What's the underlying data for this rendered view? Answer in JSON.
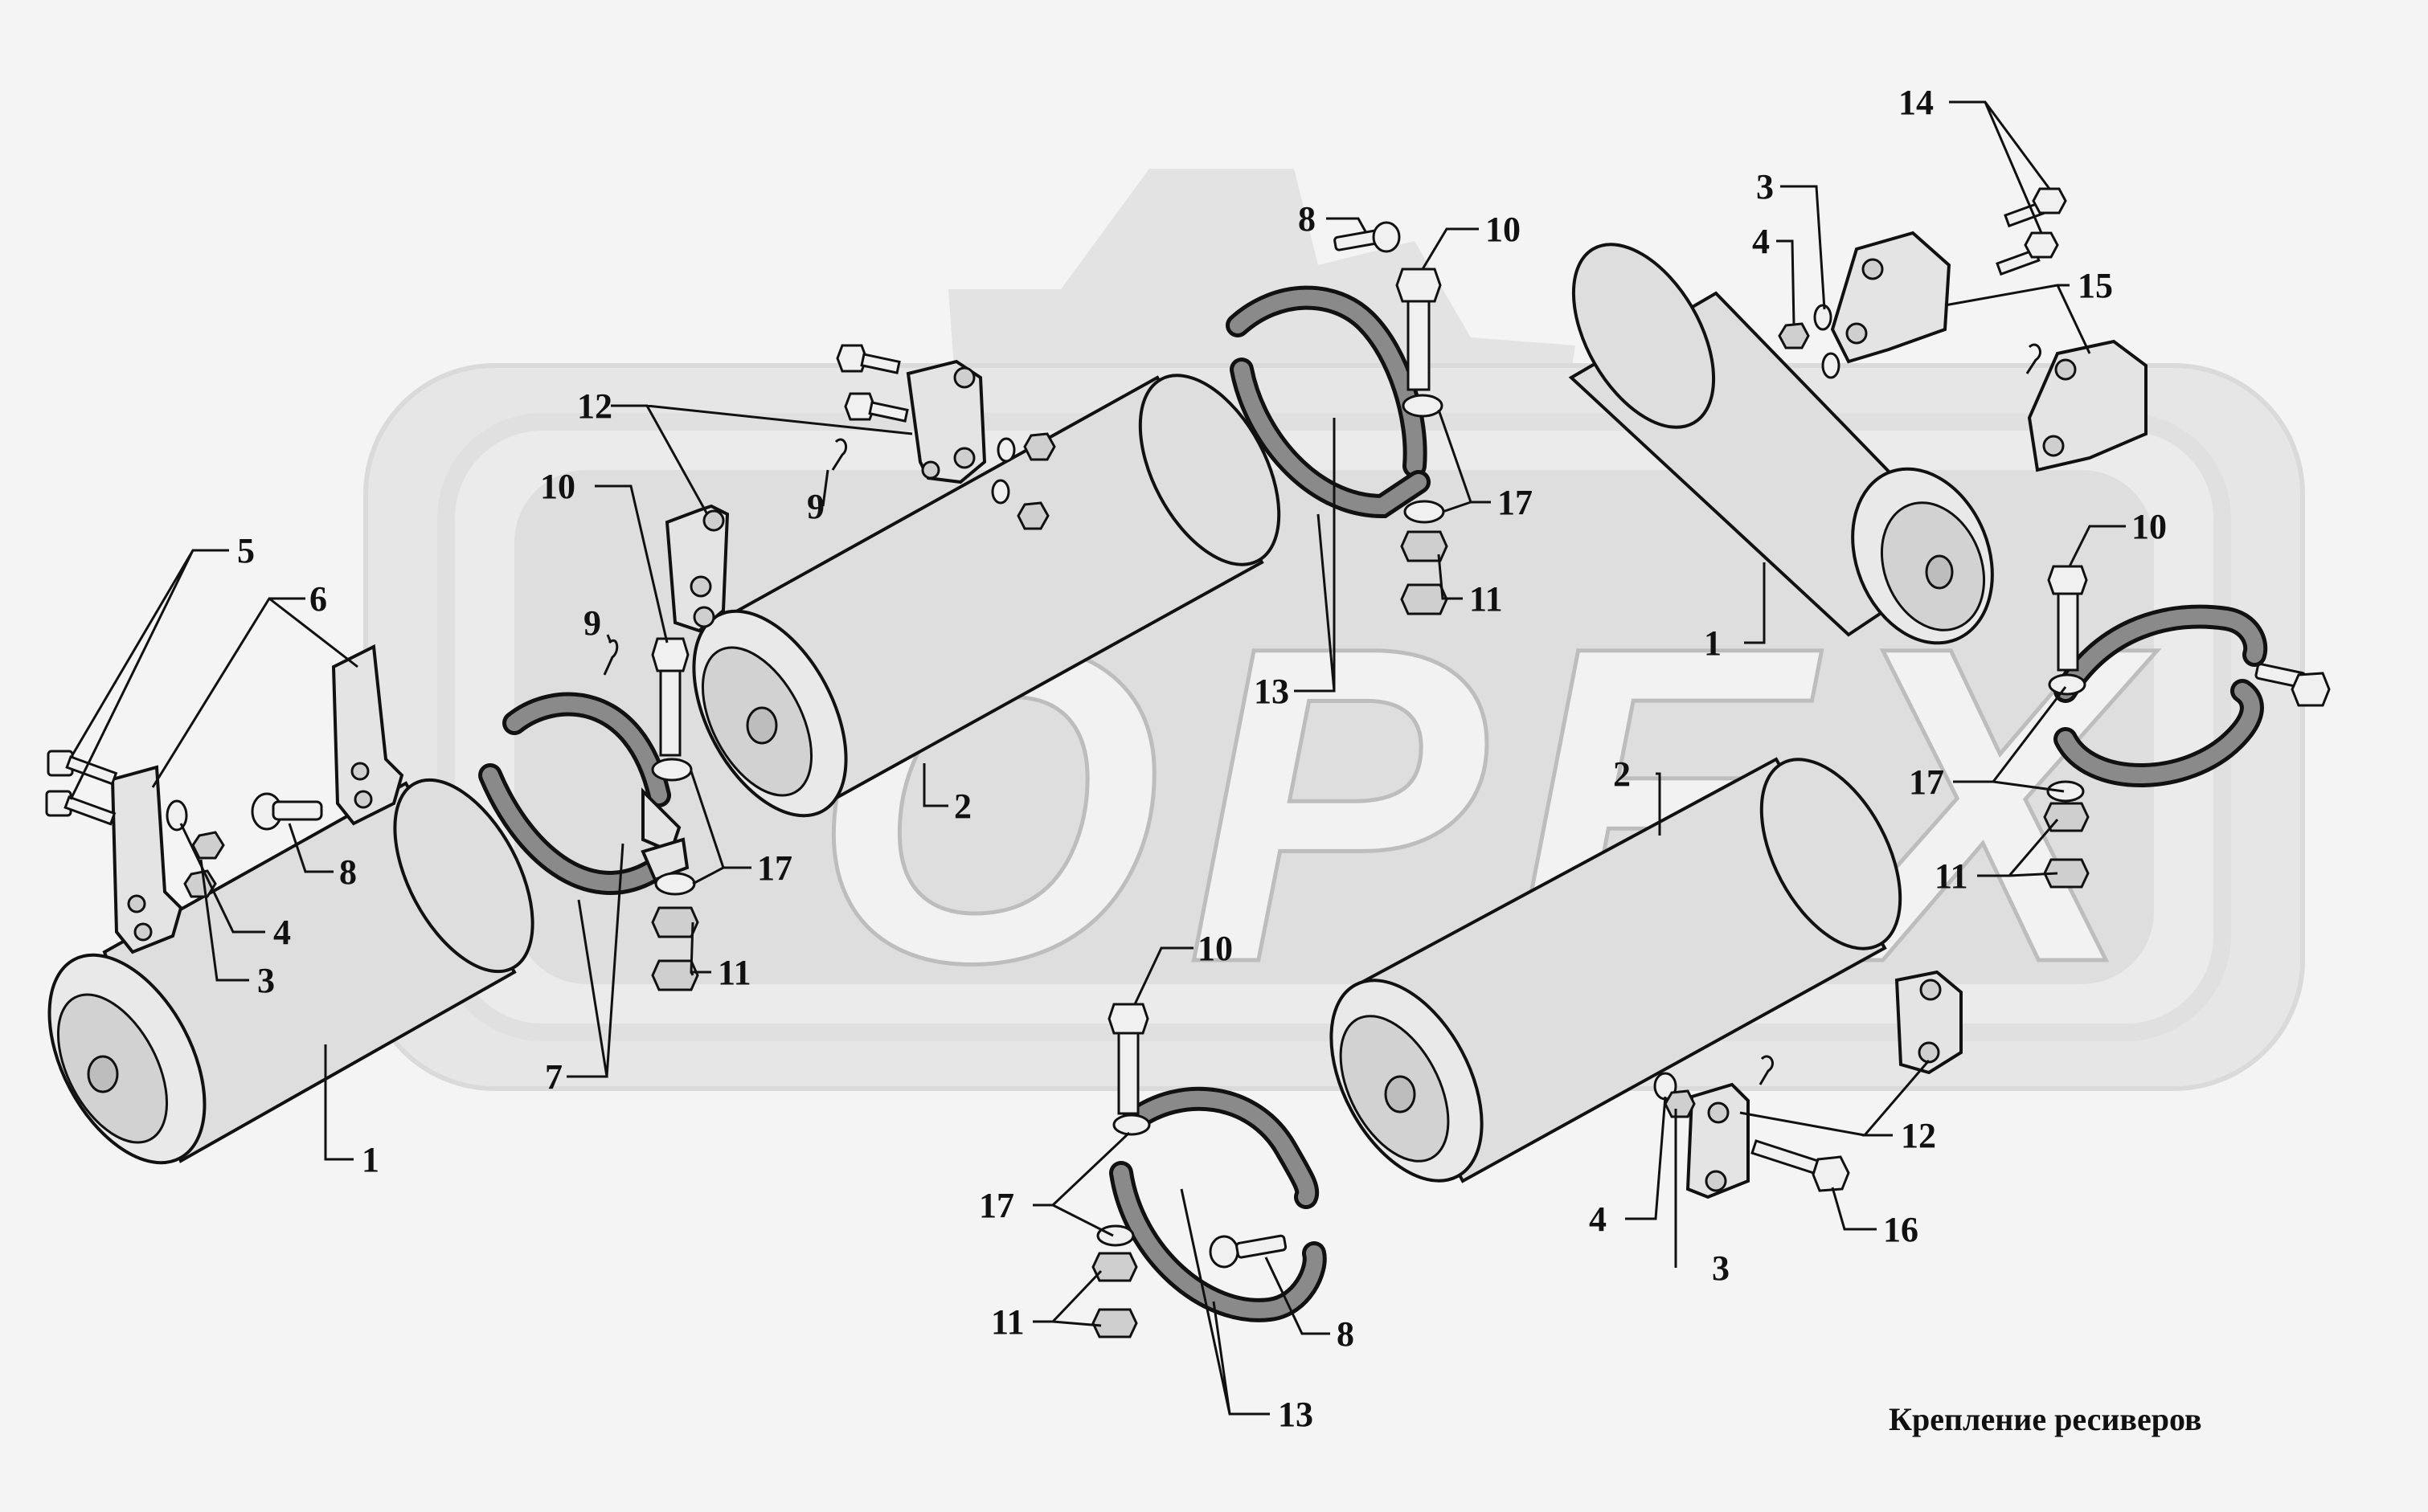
{
  "watermark": {
    "text": "ОРЕХ",
    "fill_color": "#e3e3e3",
    "outline_color": "#d9d9d9"
  },
  "caption": "Крепление ресиверов",
  "callouts": [
    {
      "id": "c5",
      "label": "5"
    },
    {
      "id": "c6",
      "label": "6"
    },
    {
      "id": "c4a",
      "label": "4"
    },
    {
      "id": "c3a",
      "label": "3"
    },
    {
      "id": "c8a",
      "label": "8"
    },
    {
      "id": "c10a",
      "label": "10"
    },
    {
      "id": "c9a",
      "label": "9"
    },
    {
      "id": "c17a",
      "label": "17"
    },
    {
      "id": "c11a",
      "label": "11"
    },
    {
      "id": "c7",
      "label": "7"
    },
    {
      "id": "c1a",
      "label": "1"
    },
    {
      "id": "c12a",
      "label": "12"
    },
    {
      "id": "c9b",
      "label": "9"
    },
    {
      "id": "c2a",
      "label": "2"
    },
    {
      "id": "c8b",
      "label": "8"
    },
    {
      "id": "c10b",
      "label": "10"
    },
    {
      "id": "c17b",
      "label": "17"
    },
    {
      "id": "c11b",
      "label": "11"
    },
    {
      "id": "c13a",
      "label": "13"
    },
    {
      "id": "c3b",
      "label": "3"
    },
    {
      "id": "c4b",
      "label": "4"
    },
    {
      "id": "c14",
      "label": "14"
    },
    {
      "id": "c15",
      "label": "15"
    },
    {
      "id": "c1b",
      "label": "1"
    },
    {
      "id": "c10c",
      "label": "10"
    },
    {
      "id": "c17c",
      "label": "17"
    },
    {
      "id": "c11c",
      "label": "11"
    },
    {
      "id": "c2b",
      "label": "2"
    },
    {
      "id": "c12b",
      "label": "12"
    },
    {
      "id": "c4c",
      "label": "4"
    },
    {
      "id": "c3c",
      "label": "3"
    },
    {
      "id": "c16",
      "label": "16"
    },
    {
      "id": "c10d",
      "label": "10"
    },
    {
      "id": "c17d",
      "label": "17"
    },
    {
      "id": "c11d",
      "label": "11"
    },
    {
      "id": "c8c",
      "label": "8"
    },
    {
      "id": "c13b",
      "label": "13"
    }
  ]
}
